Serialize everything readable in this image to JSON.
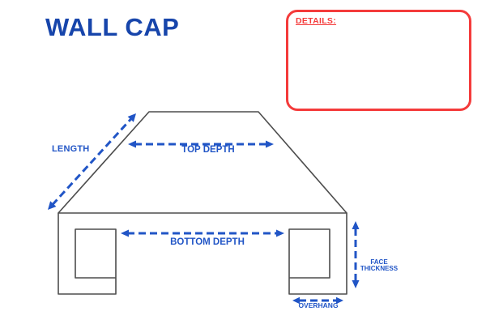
{
  "title": "WALL CAP",
  "details_box": {
    "label": "DETAILS:"
  },
  "dimension_labels": {
    "length": "LENGTH",
    "top_depth": "TOP DEPTH",
    "bottom_depth": "BOTTOM DEPTH",
    "face_thickness": "FACE THICKNESS",
    "overhang": "OVERHANG"
  },
  "colors": {
    "title_blue": "#1745ab",
    "dimension_blue": "#2155c6",
    "outline_gray": "#4d4d4d",
    "details_red": "#f43b3b",
    "background": "#ffffff"
  }
}
